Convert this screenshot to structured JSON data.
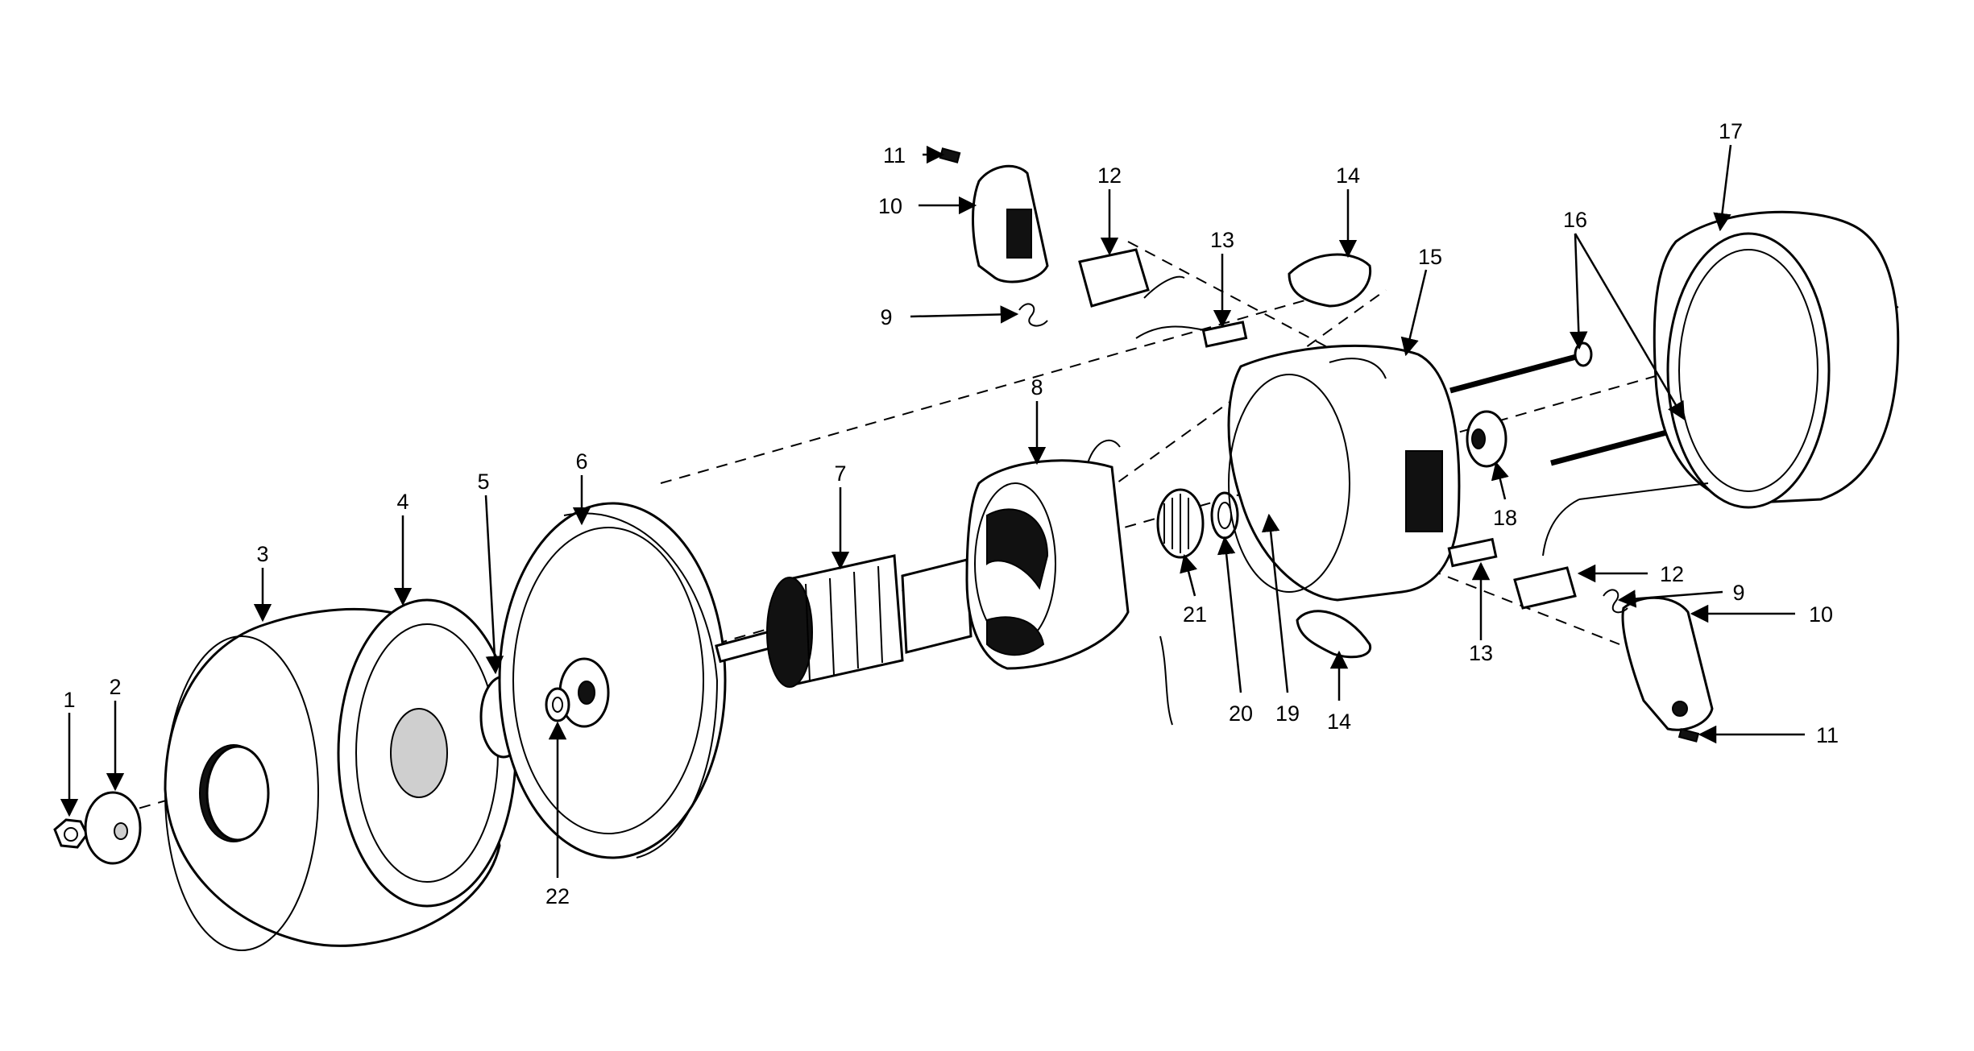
{
  "diagram": {
    "callouts": [
      "1",
      "2",
      "3",
      "4",
      "5",
      "6",
      "7",
      "8",
      "9",
      "10",
      "11",
      "12",
      "13",
      "14",
      "15",
      "16",
      "17",
      "18",
      "19",
      "20",
      "21",
      "22"
    ]
  },
  "colors": {
    "ink": "#000000",
    "paper": "#ffffff"
  }
}
